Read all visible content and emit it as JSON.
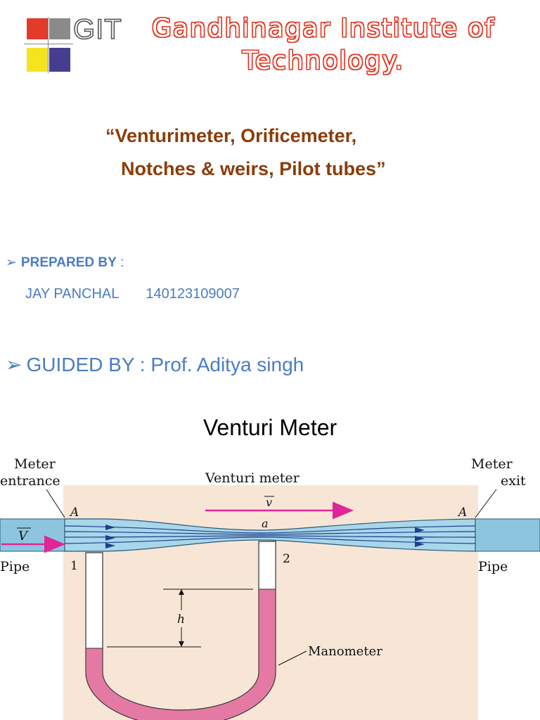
{
  "logo": {
    "text": "GIT",
    "colors": {
      "red": "#e23b2a",
      "yellow": "#f4e41f",
      "purple": "#473d8f"
    }
  },
  "institute": {
    "line1": "Gandhinagar Institute of",
    "line2": "Technology."
  },
  "subject": {
    "line1": "“Venturimeter, Orificemeter,",
    "line2": "Notches & weirs, Pilot tubes”"
  },
  "prepared_by": {
    "label": "PREPARED BY",
    "separator": " :",
    "student_name": "JAY PANCHAL",
    "roll_number": "140123109007"
  },
  "guided_by": {
    "text": "GUIDED BY : Prof. Aditya singh"
  },
  "diagram": {
    "title": "Venturi Meter",
    "labels": {
      "meter_entrance_1": "Meter",
      "meter_entrance_2": "entrance",
      "venturi_meter": "Venturi meter",
      "meter_exit_1": "Meter",
      "meter_exit_2": "exit",
      "a_left": "A",
      "a_right": "A",
      "a_throat": "a",
      "v_inlet": "V",
      "v_throat": "v",
      "pipe_left": "Pipe",
      "pipe_right": "Pipe",
      "point_1": "1",
      "point_2": "2",
      "h": "h",
      "manometer": "Manometer"
    },
    "colors": {
      "background": "#f7e6d6",
      "pipe": "#8ec5de",
      "flow": "#1f3f8a",
      "arrow_pink": "#e0249a",
      "mercury": "#e47aa3"
    }
  }
}
